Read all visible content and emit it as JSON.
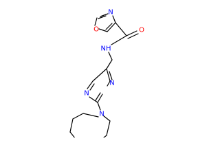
{
  "molecule": {
    "atom_labels": {
      "oxazole_n": "N",
      "oxazole_o": "O",
      "carbonyl_o": "O",
      "amide_nh": "NH",
      "pyrimidine_n_upper": "N",
      "pyrimidine_n_lower": "N",
      "azocane_n": "N"
    },
    "colors": {
      "bond": "#000000",
      "nitrogen": "#0000ff",
      "oxygen": "#ff0000"
    }
  }
}
